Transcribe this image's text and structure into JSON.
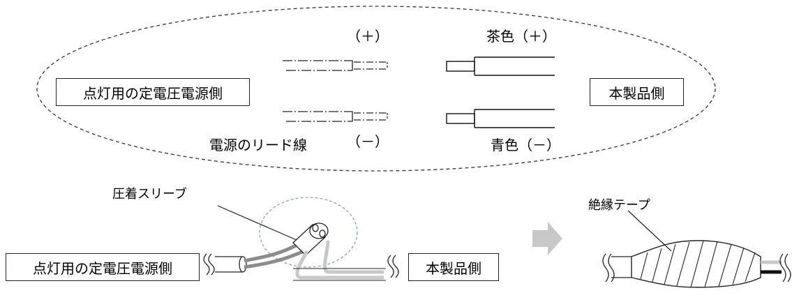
{
  "top": {
    "source_side_label": "点灯用の定電圧電源側",
    "product_side_label": "本製品側",
    "plus_label": "（＋）",
    "minus_label": "（－）",
    "lead_wire_label": "電源のリード線",
    "brown_label": "茶色（＋）",
    "blue_label": "青色（－）"
  },
  "bottom": {
    "sleeve_label": "圧着スリーブ",
    "tape_label": "絶縁テープ",
    "source_side_label": "点灯用の定電圧電源側",
    "product_side_label": "本製品側"
  },
  "colors": {
    "line": "#1a1a1a",
    "wire_gray": "#8c8c8c",
    "wire_light": "#c8c8c8",
    "arrow": "#c8c8c8",
    "dashed_circle": "#8aa0c8"
  }
}
